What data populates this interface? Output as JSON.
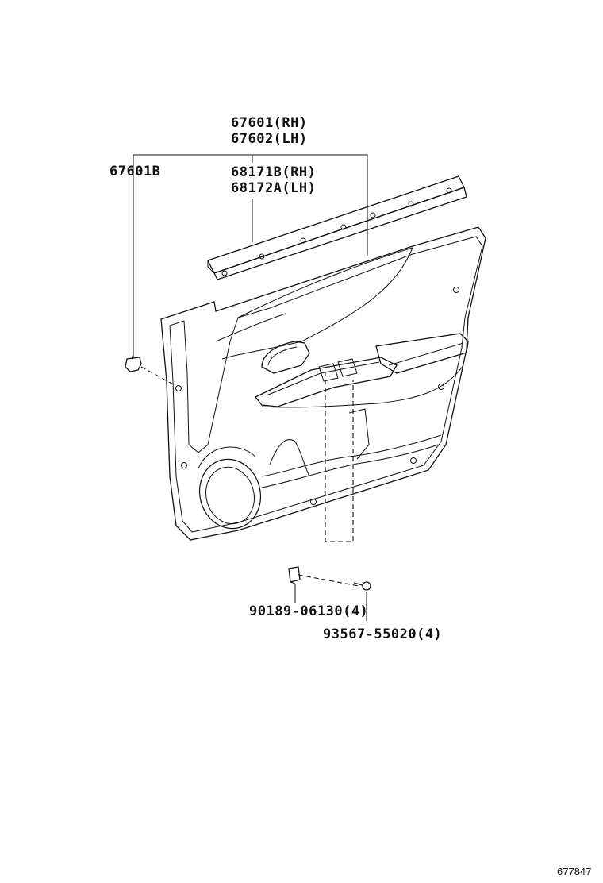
{
  "parts": {
    "trim_board_rh": "67601(RH)",
    "trim_board_lh": "67602(LH)",
    "trim_board_sub": "67601B",
    "weatherstrip_rh": "68171B(RH)",
    "weatherstrip_lh": "68172A(LH)",
    "clip": "90189-06130(4)",
    "screw": "93567-55020(4)"
  },
  "figure_ref": "677847"
}
